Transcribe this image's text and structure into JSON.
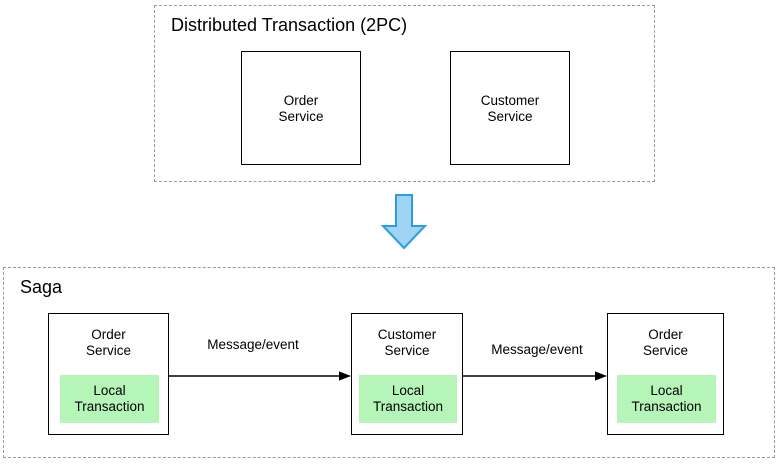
{
  "diagram": {
    "title_top": "Distributed Transaction (2PC)",
    "title_bottom": "Saga",
    "colors": {
      "local_transaction_fill": "#b5f5b8",
      "arrow_fill": "#9fd4f3",
      "arrow_stroke": "#2d9de0",
      "box_stroke": "#000000",
      "group_stroke": "#9b9b9b"
    },
    "two_pc": {
      "label": "Distributed Transaction (2PC)",
      "services": [
        {
          "name": "Order\nService"
        },
        {
          "name": "Customer\nService"
        }
      ]
    },
    "transition": {
      "icon": "down-arrow-icon"
    },
    "saga": {
      "label": "Saga",
      "services": [
        {
          "name": "Order\nService",
          "local": "Local\nTransaction"
        },
        {
          "name": "Customer\nService",
          "local": "Local\nTransaction"
        },
        {
          "name": "Order\nService",
          "local": "Local\nTransaction"
        }
      ],
      "connectors": [
        {
          "label": "Message/event"
        },
        {
          "label": "Message/event"
        }
      ]
    }
  }
}
